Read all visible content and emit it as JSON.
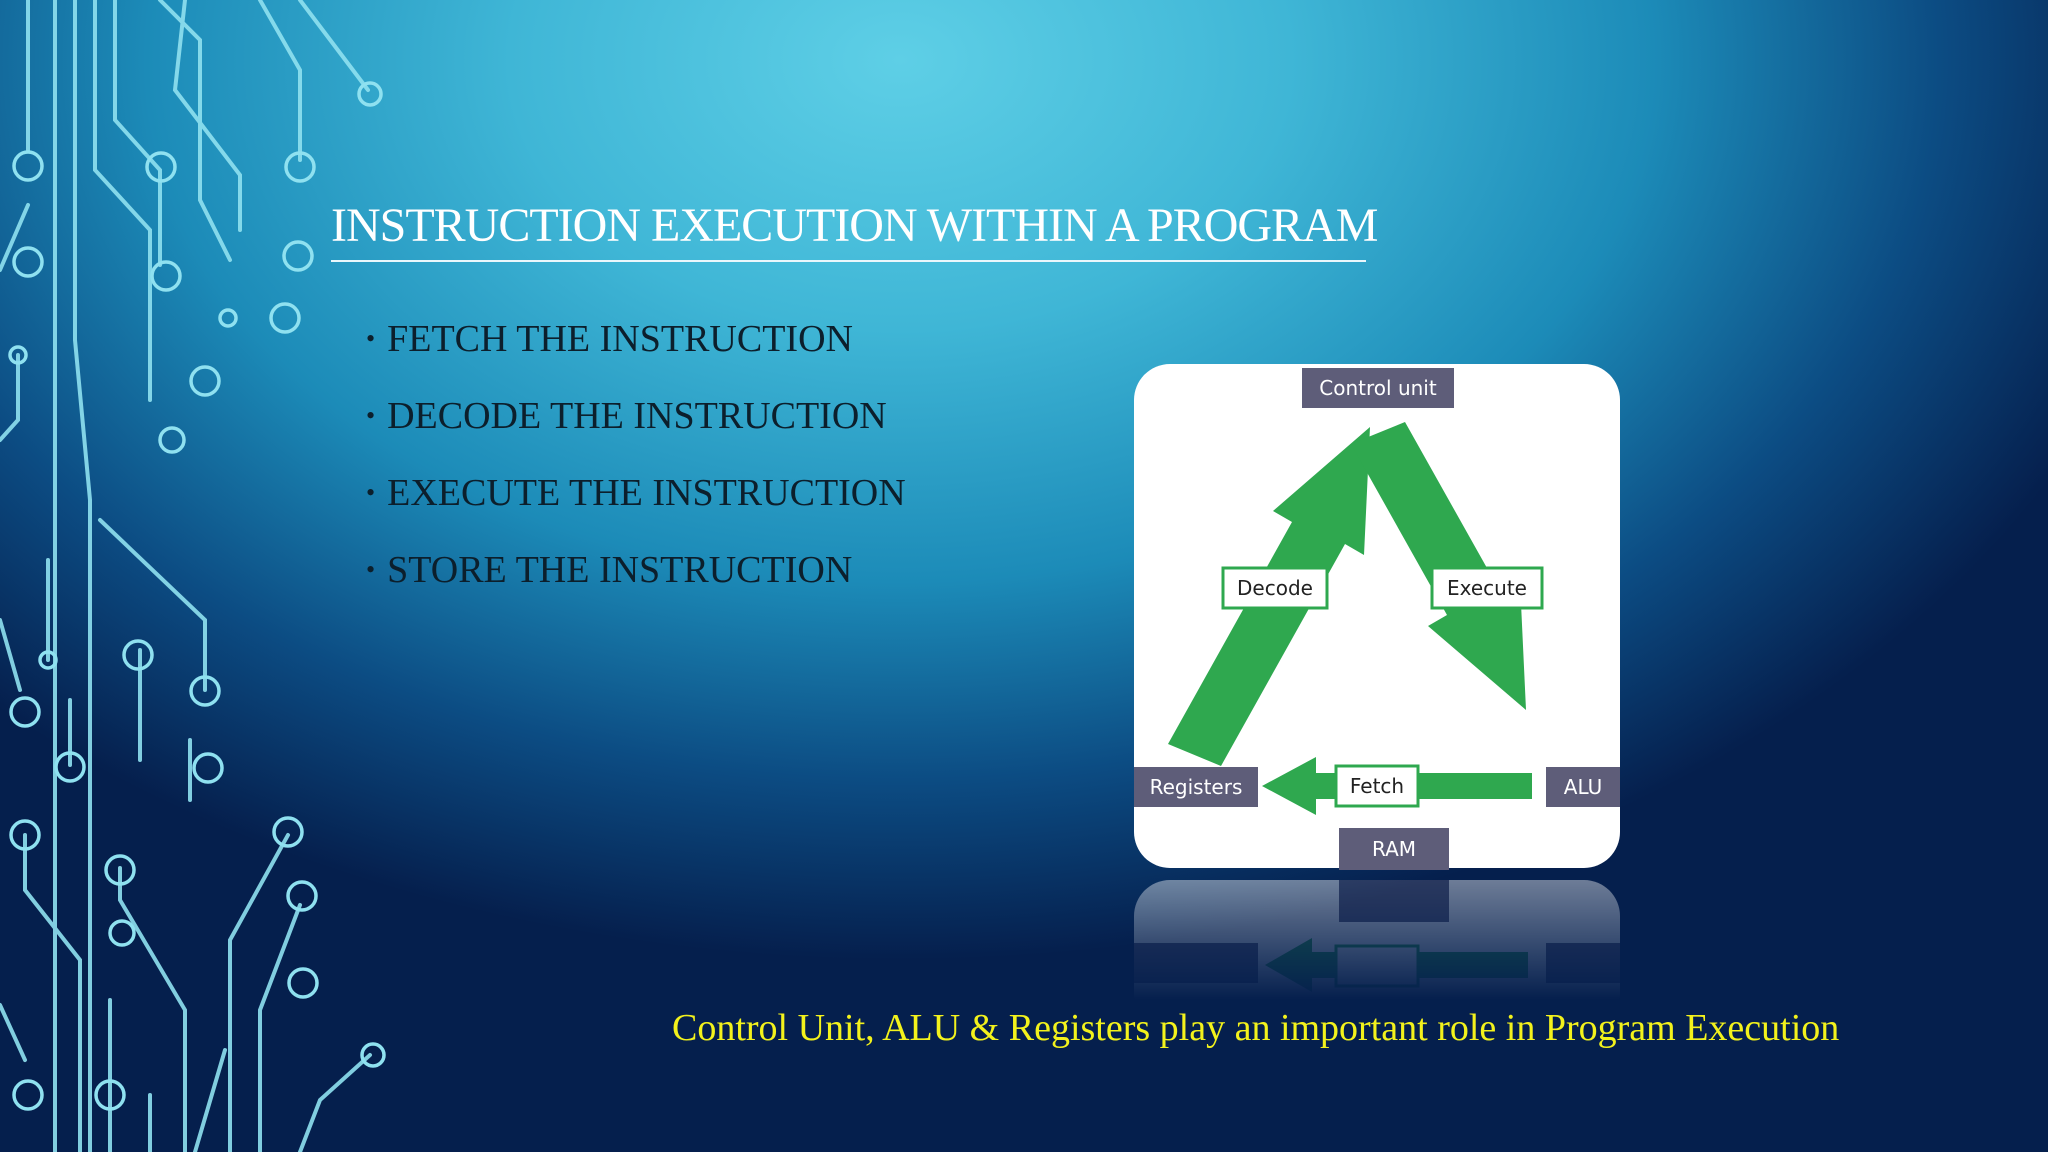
{
  "slide": {
    "title": "INSTRUCTION EXECUTION WITHIN A PROGRAM",
    "bullets": [
      "FETCH THE INSTRUCTION",
      "DECODE THE INSTRUCTION",
      "EXECUTE THE INSTRUCTION",
      "STORE THE INSTRUCTION"
    ],
    "caption": "Control Unit, ALU & Registers play an important role in Program Execution"
  },
  "diagram": {
    "nodes": {
      "control_unit": "Control unit",
      "registers": "Registers",
      "alu": "ALU",
      "ram": "RAM"
    },
    "steps": {
      "decode": "Decode",
      "execute": "Execute",
      "fetch": "Fetch"
    }
  },
  "colors": {
    "arrow_green": "#2fa84f",
    "node_box": "#5e5d79",
    "caption_yellow": "#f3f21c",
    "circuit_line": "#8fe1f0"
  }
}
